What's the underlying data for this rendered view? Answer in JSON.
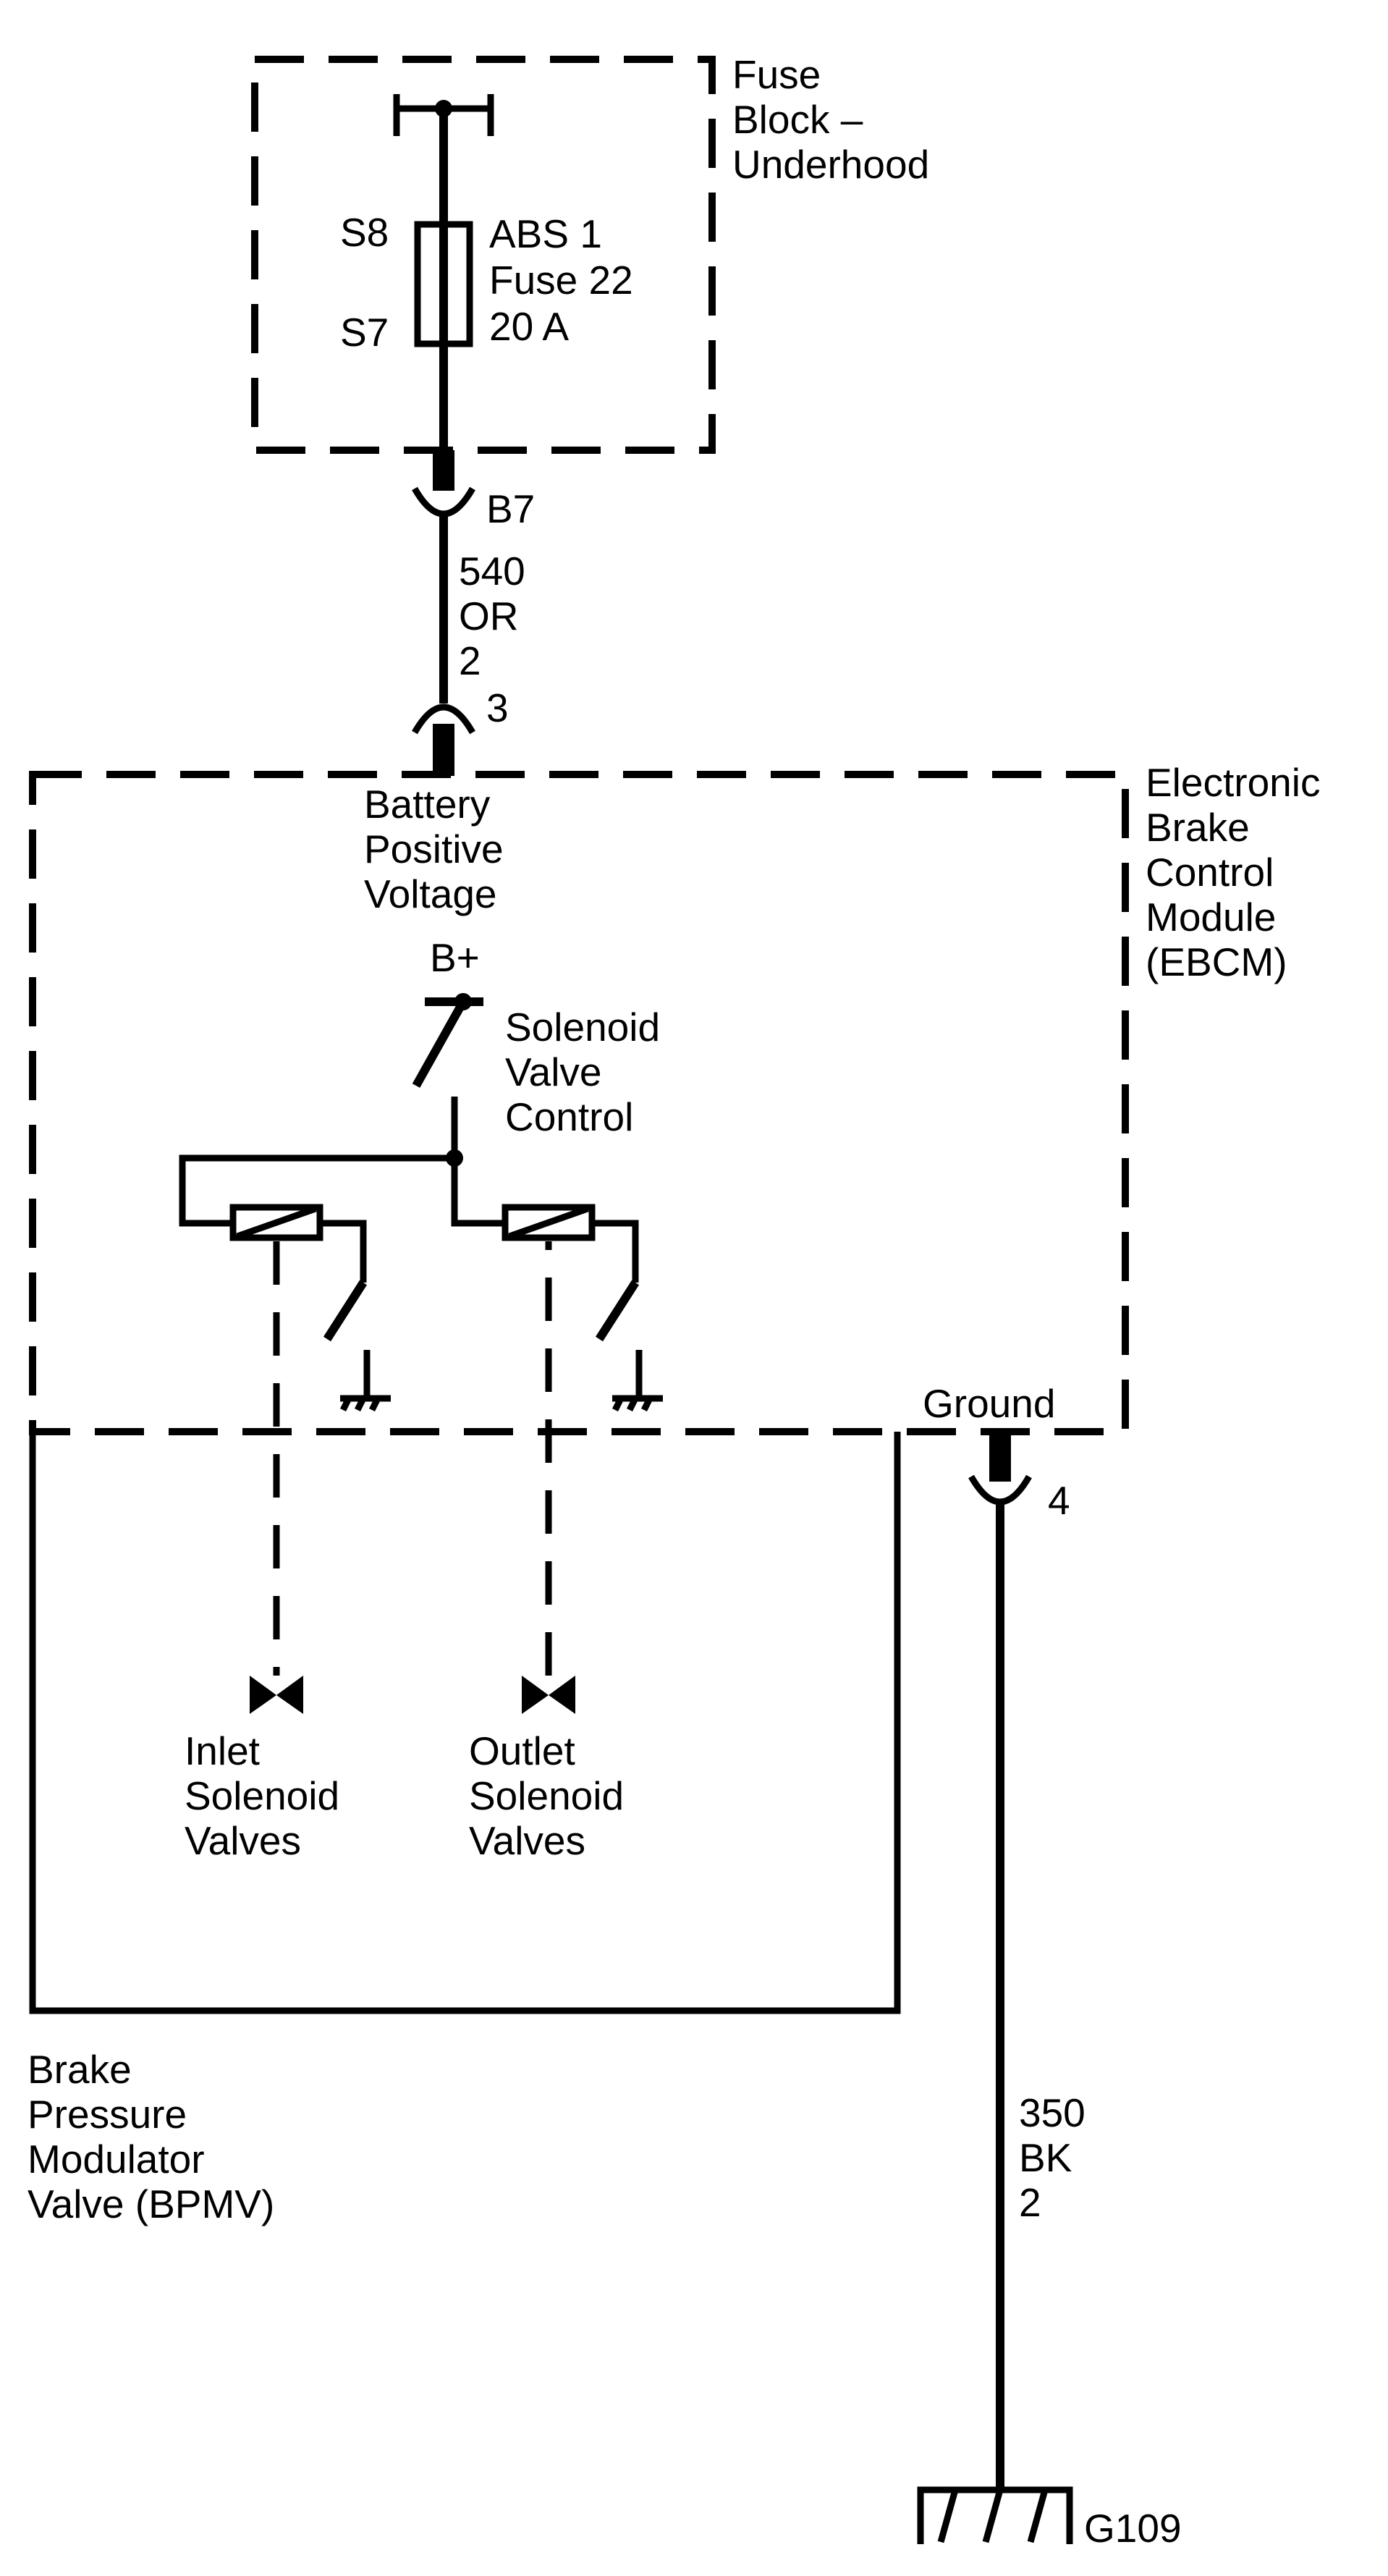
{
  "fuse_block": {
    "title_lines": [
      "Fuse",
      "Block –",
      "Underhood"
    ],
    "fuse_lines": [
      "ABS 1",
      "Fuse 22",
      "20 A"
    ],
    "terminal_top": "S8",
    "terminal_bottom": "S7"
  },
  "connector_b7": "B7",
  "wire_540": [
    "540",
    "OR",
    "2"
  ],
  "connector_3": "3",
  "ebcm": {
    "title_lines": [
      "Electronic",
      "Brake",
      "Control",
      "Module",
      "(EBCM)"
    ],
    "battery_lines": [
      "Battery",
      "Positive",
      "Voltage"
    ],
    "bplus": "B+",
    "solenoid_lines": [
      "Solenoid",
      "Valve",
      "Control"
    ],
    "ground_label": "Ground"
  },
  "connector_4": "4",
  "inlet_lines": [
    "Inlet",
    "Solenoid",
    "Valves"
  ],
  "outlet_lines": [
    "Outlet",
    "Solenoid",
    "Valves"
  ],
  "bpmv_lines": [
    "Brake",
    "Pressure",
    "Modulator",
    "Valve (BPMV)"
  ],
  "wire_350": [
    "350",
    "BK",
    "2"
  ],
  "ground_g109": "G109"
}
